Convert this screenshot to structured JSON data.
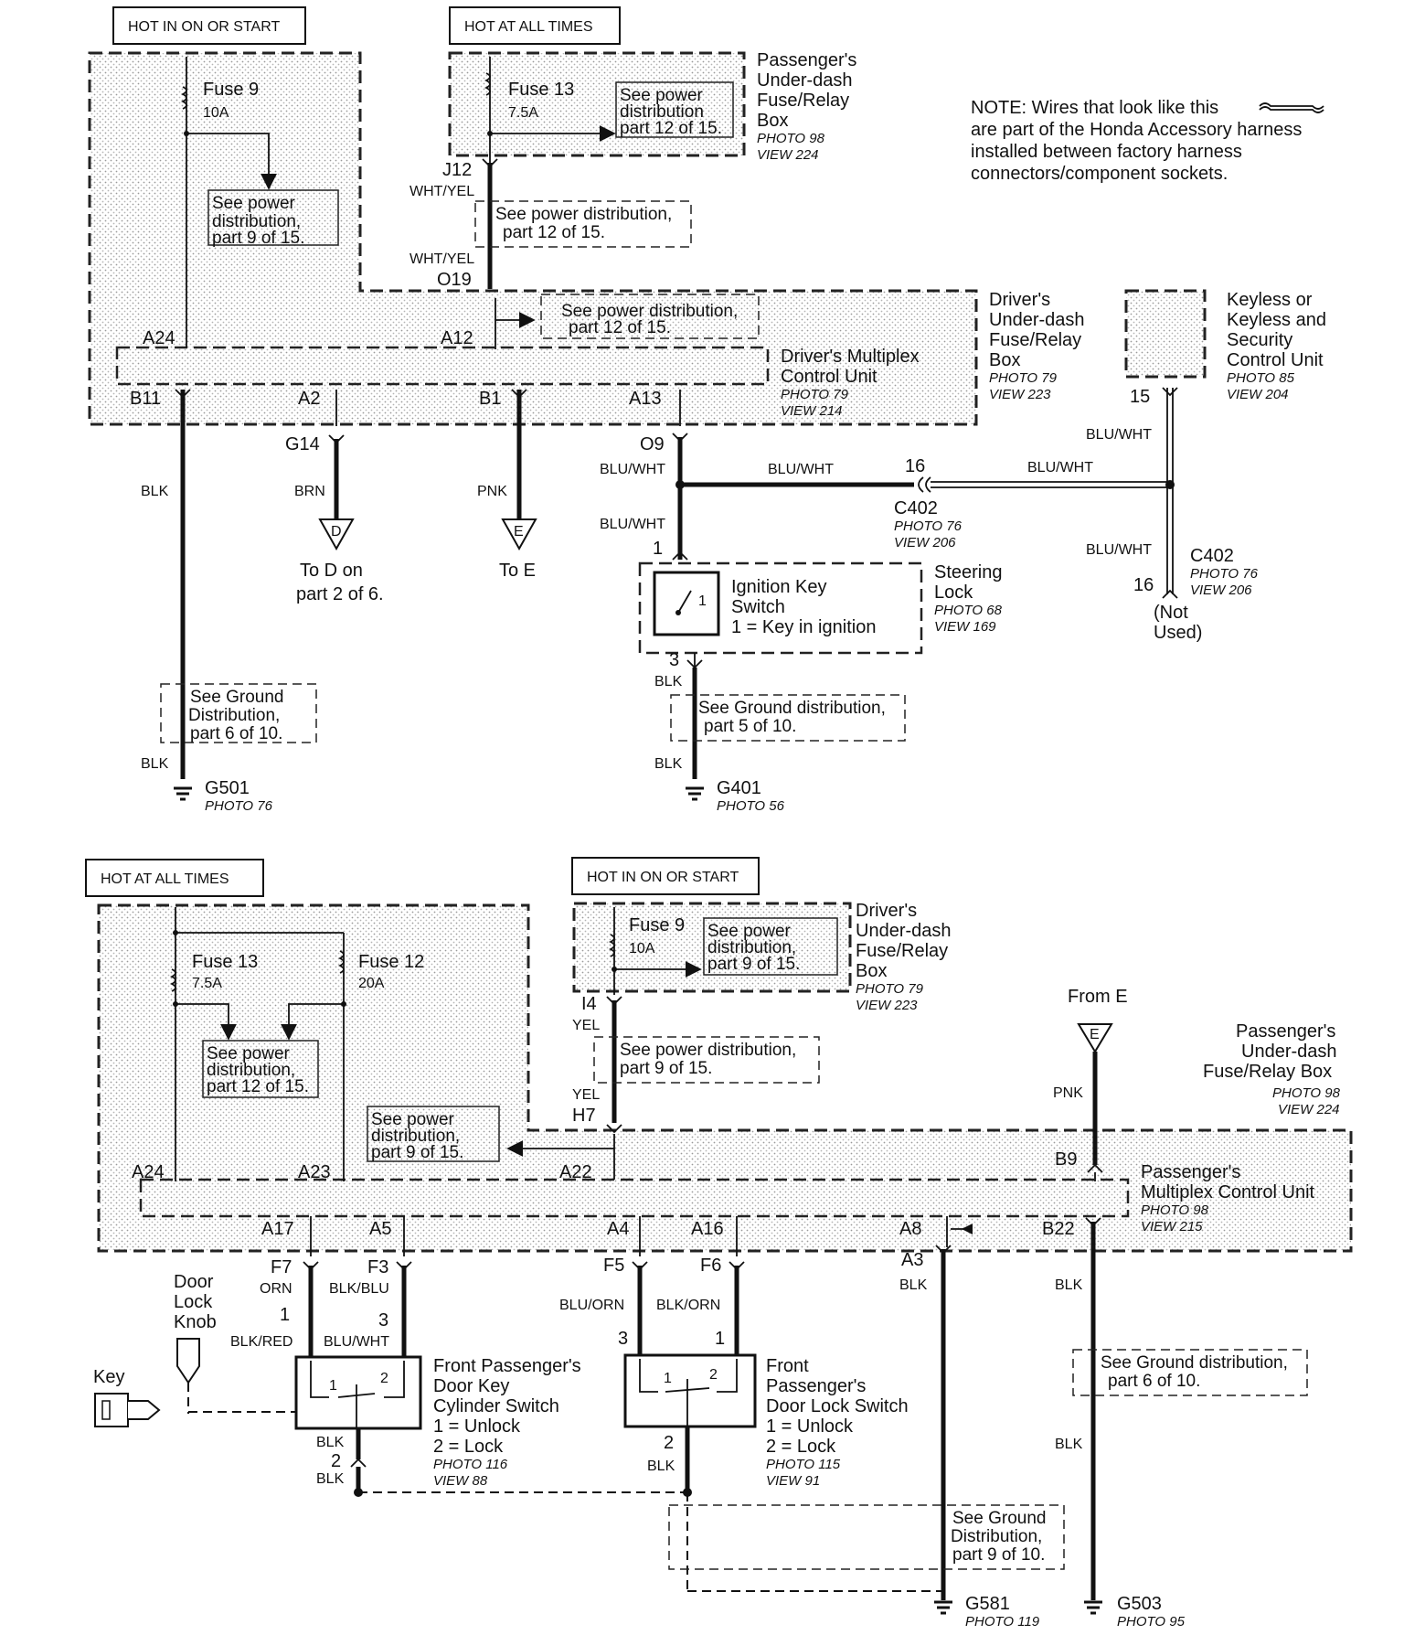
{
  "note": {
    "line1": "NOTE: Wires that look like this",
    "line2": "are part of the Honda Accessory harness",
    "line3": "installed between factory harness",
    "line4": "connectors/component sockets."
  },
  "top": {
    "hot_on_start": "HOT IN ON OR START",
    "hot_all_times": "HOT AT ALL TIMES",
    "fuse9": "Fuse 9",
    "fuse9_amp": "10A",
    "fuse13": "Fuse 13",
    "fuse13_amp": "7.5A",
    "see_pd_12_a": [
      "See power",
      "distribution",
      "part 12 of 15."
    ],
    "see_pd_9": [
      "See power",
      "distribution,",
      "part 9 of 15."
    ],
    "see_pd_12_b": [
      "See power distribution,",
      "part 12 of 15."
    ],
    "see_pd_12_c": [
      "See power distribution,",
      "part 12 of 15."
    ],
    "pass_box": [
      "Passenger's",
      "Under-dash",
      "Fuse/Relay",
      "Box"
    ],
    "pass_box_photo": "PHOTO 98",
    "pass_box_view": "VIEW 224",
    "j12": "J12",
    "wht_yel_1": "WHT/YEL",
    "wht_yel_2": "WHT/YEL",
    "o19": "O19",
    "drv_box": [
      "Driver's",
      "Under-dash",
      "Fuse/Relay",
      "Box"
    ],
    "drv_box_photo": "PHOTO 79",
    "drv_box_view": "VIEW 223",
    "mcu": [
      "Driver's Multiplex",
      "Control Unit"
    ],
    "mcu_photo": "PHOTO 79",
    "mcu_view": "VIEW 214",
    "a24": "A24",
    "a12": "A12",
    "b11": "B11",
    "a2": "A2",
    "b1": "B1",
    "a13": "A13",
    "keyless": [
      "Keyless or",
      "Keyless and",
      "Security",
      "Control Unit"
    ],
    "keyless_photo": "PHOTO 85",
    "keyless_view": "VIEW 204",
    "pin15": "15",
    "g14": "G14",
    "o9": "O9",
    "blk_1": "BLK",
    "brn": "BRN",
    "pnk": "PNK",
    "blu_wht_1": "BLU/WHT",
    "blu_wht_2": "BLU/WHT",
    "blu_wht_3": "BLU/WHT",
    "blu_wht_4": "BLU/WHT",
    "blu_wht_5": "BLU/WHT",
    "blu_wht_6": "BLU/WHT",
    "pin16_a": "16",
    "c402_a": "C402",
    "c402_a_photo": "PHOTO 76",
    "c402_a_view": "VIEW 206",
    "c402_b": "C402",
    "c402_b_photo": "PHOTO 76",
    "c402_b_view": "VIEW 206",
    "pin16_b": "16",
    "not_used": [
      "(Not",
      "Used)"
    ],
    "d_letter": "D",
    "e_letter": "E",
    "to_d": [
      "To D on",
      "part 2 of 6."
    ],
    "to_e": "To E",
    "pin1": "1",
    "ign_switch": [
      "Ignition Key",
      "Switch",
      "1 = Key in ignition"
    ],
    "ign_inner": "1",
    "steering": [
      "Steering",
      "Lock"
    ],
    "steering_photo": "PHOTO 68",
    "steering_view": "VIEW 169",
    "pin3": "3",
    "blk_2": "BLK",
    "see_gd_5": [
      "See Ground distribution,",
      "part  5 of 10."
    ],
    "see_gd_6": [
      "See Ground",
      "Distribution,",
      "part 6 of 10."
    ],
    "blk_3": "BLK",
    "blk_4": "BLK",
    "g501": "G501",
    "g501_photo": "PHOTO 76",
    "g401": "G401",
    "g401_photo": "PHOTO 56"
  },
  "bottom": {
    "hot_all_times": "HOT AT ALL TIMES",
    "hot_on_start": "HOT IN ON OR START",
    "fuse13": "Fuse 13",
    "fuse13_amp": "7.5A",
    "fuse12": "Fuse 12",
    "fuse12_amp": "20A",
    "fuse9": "Fuse 9",
    "fuse9_amp": "10A",
    "see_pd_9_a": [
      "See power",
      "distribution,",
      "part 9 of 15."
    ],
    "see_pd_12": [
      "See power",
      "distribution,",
      "part 12 of 15."
    ],
    "see_pd_9_b": [
      "See power",
      "distribution,",
      "part 9 of 15."
    ],
    "see_pd_9_c": [
      "See power distribution,",
      "part 9 of 15."
    ],
    "drv_box": [
      "Driver's",
      "Under-dash",
      "Fuse/Relay",
      "Box"
    ],
    "drv_box_photo": "PHOTO 79",
    "drv_box_view": "VIEW 223",
    "i4": "I4",
    "yel_1": "YEL",
    "yel_2": "YEL",
    "h7": "H7",
    "from_e": "From E",
    "e_letter": "E",
    "pass_box": [
      "Passenger's",
      "Under-dash",
      "Fuse/Relay Box"
    ],
    "pass_box_photo": "PHOTO 98",
    "pass_box_view": "VIEW 224",
    "pnk": "PNK",
    "b9": "B9",
    "a24": "A24",
    "a23": "A23",
    "a22": "A22",
    "mcu": [
      "Passenger's",
      "Multiplex Control Unit"
    ],
    "mcu_photo": "PHOTO 98",
    "mcu_view": "VIEW 215",
    "a17": "A17",
    "a5": "A5",
    "a4": "A4",
    "a16": "A16",
    "a8": "A8",
    "b22": "B22",
    "f7": "F7",
    "f3": "F3",
    "f5": "F5",
    "f6": "F6",
    "a3": "A3",
    "orn": "ORN",
    "blk_blu": "BLK/BLU",
    "blu_orn": "BLU/ORN",
    "blk_orn": "BLK/ORN",
    "blk_a3": "BLK",
    "blk_b22": "BLK",
    "door_lock_knob": [
      "Door",
      "Lock",
      "Knob"
    ],
    "key": "Key",
    "pin1_a": "1",
    "pin3_a": "3",
    "pin3_b": "3",
    "pin1_b": "1",
    "blk_red": "BLK/RED",
    "blu_wht": "BLU/WHT",
    "sw1_inner_1": "1",
    "sw1_inner_2": "2",
    "sw2_inner_1": "1",
    "sw2_inner_2": "2",
    "cyl_switch": [
      "Front Passenger's",
      "Door Key",
      "Cylinder Switch",
      "1 = Unlock",
      "2 = Lock"
    ],
    "cyl_photo": "PHOTO 116",
    "cyl_view": "VIEW 88",
    "lock_switch": [
      "Front",
      "Passenger's",
      "Door Lock Switch",
      "1 = Unlock",
      "2 = Lock"
    ],
    "lock_photo": "PHOTO 115",
    "lock_view": "VIEW 91",
    "blk_s1": "BLK",
    "pin2_a": "2",
    "blk_s1b": "BLK",
    "pin2_b": "2",
    "blk_s2": "BLK",
    "see_gd_6": [
      "See Ground distribution,",
      "part 6 of 10."
    ],
    "blk_gd": "BLK",
    "see_gd_9": [
      "See Ground",
      "Distribution,",
      "part 9 of 10."
    ],
    "g581": "G581",
    "g581_photo": "PHOTO 119",
    "g503": "G503",
    "g503_photo": "PHOTO 95"
  }
}
